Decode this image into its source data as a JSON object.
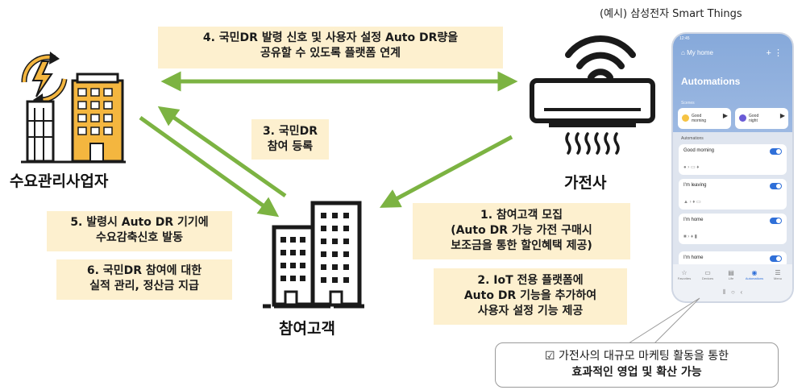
{
  "actors": {
    "demand_manager": "수요관리사업자",
    "appliance_maker": "가전사",
    "customer": "참여고객"
  },
  "steps": {
    "s1": [
      "1. 참여고객 모집",
      "(Auto DR 가능 가전 구매시",
      "보조금을 통한 할인혜택 제공)"
    ],
    "s2": [
      "2. IoT 전용 플랫폼에",
      "Auto DR 기능을 추가하여",
      "사용자 설정 기능 제공"
    ],
    "s3": [
      "3. 국민DR",
      "참여 등록"
    ],
    "s4": [
      "4. 국민DR 발령 신호 및 사용자 설정 Auto DR량을",
      "공유할 수 있도록 플랫폼 연계"
    ],
    "s5": [
      "5. 발령시 Auto DR 기기에",
      "수요감축신호 발동"
    ],
    "s6": [
      "6. 국민DR 참여에 대한",
      "실적 관리, 정산금 지급"
    ]
  },
  "example_caption": "(예시) 삼성전자 Smart Things",
  "phone": {
    "status_time": "12:45",
    "home_label": "My home",
    "screen_title": "Automations",
    "scenes_label": "Scenes",
    "scenes": [
      {
        "label_line1": "Good",
        "label_line2": "morning"
      },
      {
        "label_line1": "Good",
        "label_line2": "night"
      }
    ],
    "automations_label": "Automations",
    "automations": [
      "Good morning",
      "I'm leaving",
      "I'm home",
      "I'm home"
    ],
    "nav": [
      "Favorites",
      "Devices",
      "Life",
      "Automations",
      "Menu"
    ]
  },
  "callout": {
    "check_glyph": "☑",
    "line1": "가전사의 대규모 마케팅 활동을 통한",
    "line2": "효과적인 영업 및 확산 가능"
  },
  "colors": {
    "arrow_green": "#7cb342",
    "note_bg": "#fdf0cf",
    "building_fill": "#f4b63f",
    "outline": "#1a1a1a"
  },
  "icons": {
    "demand_manager": "power-plant-building-icon",
    "appliance_maker": "air-conditioner-wifi-icon",
    "customer": "apartment-buildings-icon"
  }
}
